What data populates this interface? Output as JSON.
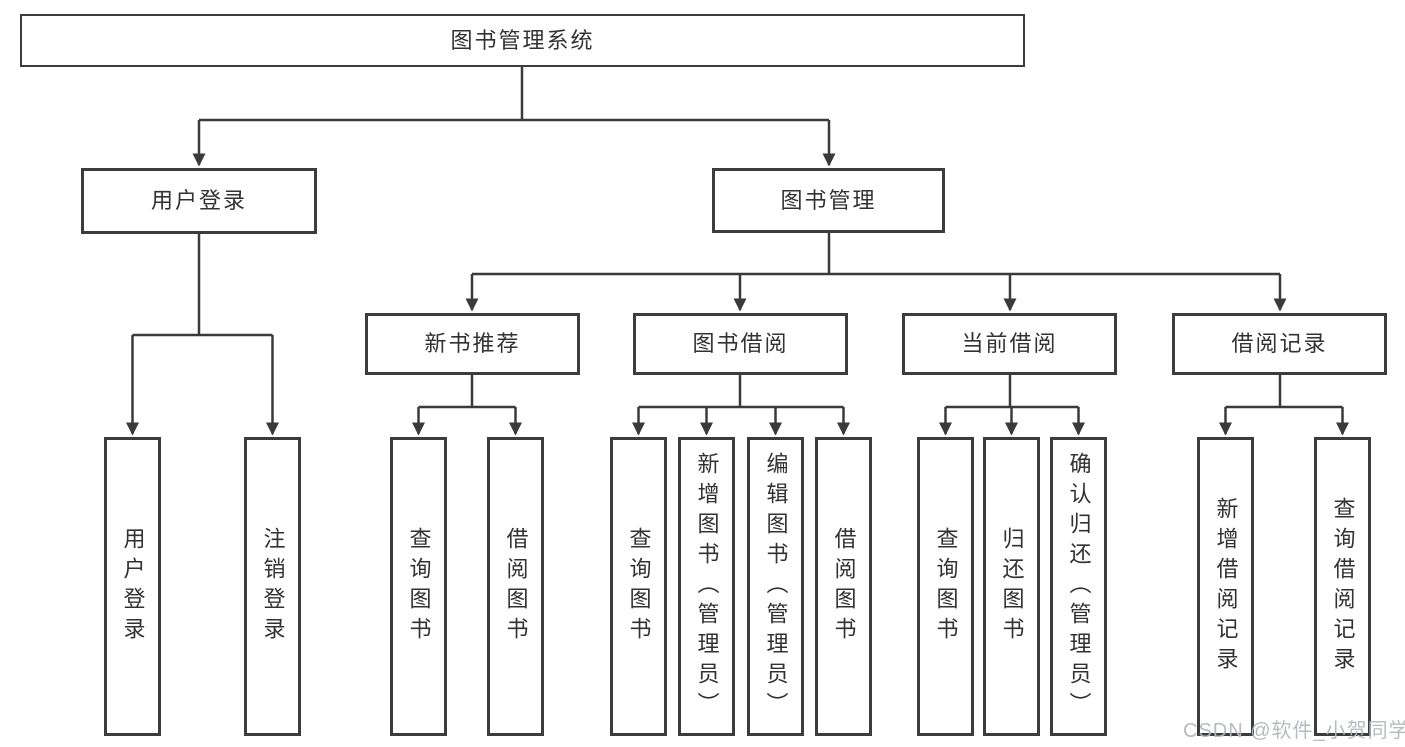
{
  "diagram": {
    "title": "图书管理系统",
    "branches": [
      {
        "label": "用户登录",
        "leaves": [
          "用户登录",
          "注销登录"
        ]
      },
      {
        "label": "图书管理",
        "children": [
          {
            "label": "新书推荐",
            "leaves": [
              "查询图书",
              "借阅图书"
            ]
          },
          {
            "label": "图书借阅",
            "leaves": [
              "查询图书",
              "新增图书（管理员）",
              "编辑图书（管理员）",
              "借阅图书"
            ]
          },
          {
            "label": "当前借阅",
            "leaves": [
              "查询图书",
              "归还图书",
              "确认归还（管理员）"
            ]
          },
          {
            "label": "借阅记录",
            "leaves": [
              "新增借阅记录",
              "查询借阅记录"
            ]
          }
        ]
      }
    ],
    "colors": {
      "line": "#3a3a3a",
      "border": "#3c3c3c",
      "text": "#323232",
      "box_bg": "#ffffff",
      "watermark": "#b4b8bc"
    }
  },
  "watermark": "CSDN @软件_小贺同学"
}
